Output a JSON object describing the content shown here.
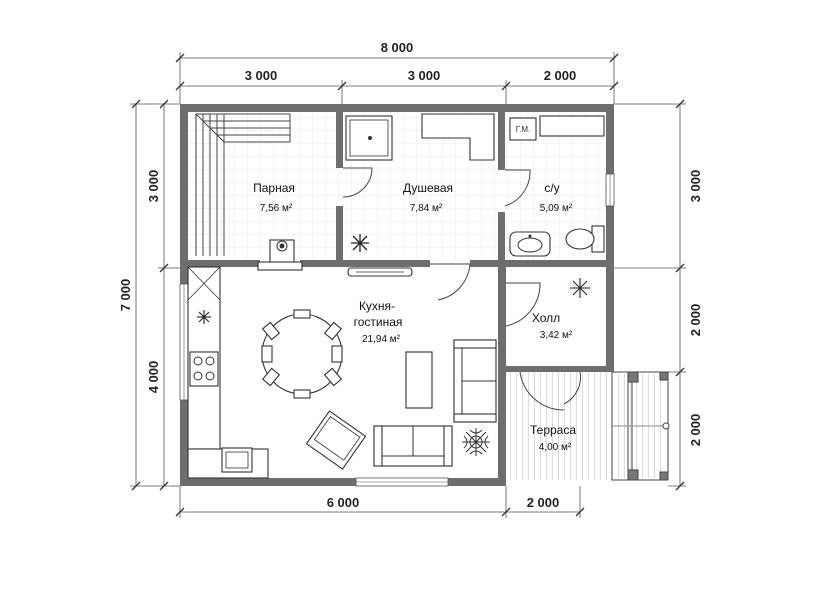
{
  "dimensions": {
    "top_total": "8 000",
    "top_segments": [
      "3 000",
      "3 000",
      "2 000"
    ],
    "bottom_segments": [
      "6 000",
      "2 000"
    ],
    "left_total": "7 000",
    "left_segments": [
      "3 000",
      "4 000"
    ],
    "right_segments": [
      "3 000",
      "2 000",
      "2 000"
    ]
  },
  "rooms": [
    {
      "name": "Парная",
      "area": "7,56 м²"
    },
    {
      "name": "Душевая",
      "area": "7,84 м²"
    },
    {
      "name": "с/у",
      "area": "5,09 м²"
    },
    {
      "name": "Кухня-",
      "name2": "гостиная",
      "area": "21,94 м²"
    },
    {
      "name": "Холл",
      "area": "3,42 м²"
    },
    {
      "name": "Терраса",
      "area": "4,00 м²"
    }
  ],
  "fixtures": {
    "boiler_label": "Г.М."
  }
}
